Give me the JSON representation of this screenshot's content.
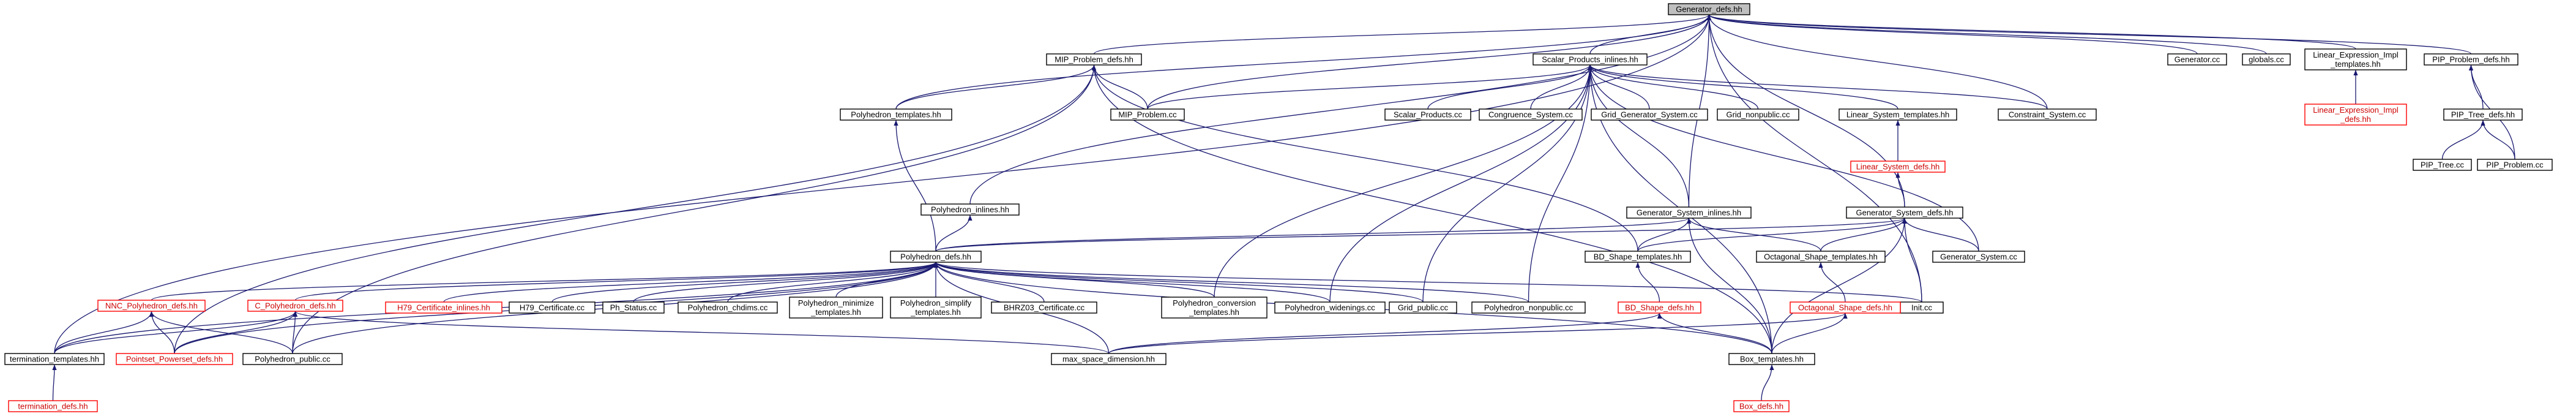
{
  "diagram": {
    "root": "Generator_defs.hh",
    "colors": {
      "edge": "#191970",
      "root_fill": "#bfbfbf",
      "truncated_border": "#ff0000",
      "node_border": "#000000"
    },
    "nodes": [
      {
        "id": "generator_defs",
        "label": [
          "Generator_defs.hh"
        ],
        "root": true
      },
      {
        "id": "mip_problem_defs",
        "label": [
          "MIP_Problem_defs.hh"
        ]
      },
      {
        "id": "scalar_products_inlines",
        "label": [
          "Scalar_Products_inlines.hh"
        ]
      },
      {
        "id": "generator_cc",
        "label": [
          "Generator.cc"
        ]
      },
      {
        "id": "globals_cc",
        "label": [
          "globals.cc"
        ]
      },
      {
        "id": "linear_expression_impl_templates",
        "label": [
          "Linear_Expression_Impl",
          "_templates.hh"
        ]
      },
      {
        "id": "pip_problem_defs",
        "label": [
          "PIP_Problem_defs.hh"
        ]
      },
      {
        "id": "polyhedron_templates",
        "label": [
          "Polyhedron_templates.hh"
        ]
      },
      {
        "id": "mip_problem_cc",
        "label": [
          "MIP_Problem.cc"
        ]
      },
      {
        "id": "scalar_products_cc",
        "label": [
          "Scalar_Products.cc"
        ]
      },
      {
        "id": "congruence_system_cc",
        "label": [
          "Congruence_System.cc"
        ]
      },
      {
        "id": "grid_generator_system_cc",
        "label": [
          "Grid_Generator_System.cc"
        ]
      },
      {
        "id": "grid_nonpublic_cc",
        "label": [
          "Grid_nonpublic.cc"
        ]
      },
      {
        "id": "linear_system_templates",
        "label": [
          "Linear_System_templates.hh"
        ]
      },
      {
        "id": "constraint_system_cc",
        "label": [
          "Constraint_System.cc"
        ]
      },
      {
        "id": "linear_expression_impl_defs",
        "label": [
          "Linear_Expression_Impl",
          "_defs.hh"
        ],
        "truncated": true
      },
      {
        "id": "pip_tree_defs",
        "label": [
          "PIP_Tree_defs.hh"
        ]
      },
      {
        "id": "linear_system_defs",
        "label": [
          "Linear_System_defs.hh"
        ],
        "truncated": true
      },
      {
        "id": "pip_tree_cc",
        "label": [
          "PIP_Tree.cc"
        ]
      },
      {
        "id": "pip_problem_cc",
        "label": [
          "PIP_Problem.cc"
        ]
      },
      {
        "id": "polyhedron_inlines",
        "label": [
          "Polyhedron_inlines.hh"
        ]
      },
      {
        "id": "generator_system_inlines",
        "label": [
          "Generator_System_inlines.hh"
        ]
      },
      {
        "id": "generator_system_defs",
        "label": [
          "Generator_System_defs.hh"
        ]
      },
      {
        "id": "polyhedron_defs",
        "label": [
          "Polyhedron_defs.hh"
        ]
      },
      {
        "id": "bd_shape_templates",
        "label": [
          "BD_Shape_templates.hh"
        ]
      },
      {
        "id": "octagonal_shape_templates",
        "label": [
          "Octagonal_Shape_templates.hh"
        ]
      },
      {
        "id": "generator_system_cc",
        "label": [
          "Generator_System.cc"
        ]
      },
      {
        "id": "nnc_polyhedron_defs",
        "label": [
          "NNC_Polyhedron_defs.hh"
        ],
        "truncated": true
      },
      {
        "id": "c_polyhedron_defs",
        "label": [
          "C_Polyhedron_defs.hh"
        ],
        "truncated": true
      },
      {
        "id": "h79_certificate_inlines",
        "label": [
          "H79_Certificate_inlines.hh"
        ],
        "truncated": true
      },
      {
        "id": "h79_certificate_cc",
        "label": [
          "H79_Certificate.cc"
        ]
      },
      {
        "id": "ph_status_cc",
        "label": [
          "Ph_Status.cc"
        ]
      },
      {
        "id": "polyhedron_chdims_cc",
        "label": [
          "Polyhedron_chdims.cc"
        ]
      },
      {
        "id": "polyhedron_minimize_templates",
        "label": [
          "Polyhedron_minimize",
          "_templates.hh"
        ]
      },
      {
        "id": "polyhedron_simplify_templates",
        "label": [
          "Polyhedron_simplify",
          "_templates.hh"
        ]
      },
      {
        "id": "bhrz03_certificate_cc",
        "label": [
          "BHRZ03_Certificate.cc"
        ]
      },
      {
        "id": "polyhedron_conversion_templates",
        "label": [
          "Polyhedron_conversion",
          "_templates.hh"
        ]
      },
      {
        "id": "polyhedron_widenings_cc",
        "label": [
          "Polyhedron_widenings.cc"
        ]
      },
      {
        "id": "grid_public_cc",
        "label": [
          "Grid_public.cc"
        ]
      },
      {
        "id": "polyhedron_nonpublic_cc",
        "label": [
          "Polyhedron_nonpublic.cc"
        ]
      },
      {
        "id": "init_cc",
        "label": [
          "Init.cc"
        ]
      },
      {
        "id": "bd_shape_defs",
        "label": [
          "BD_Shape_defs.hh"
        ],
        "truncated": true
      },
      {
        "id": "octagonal_shape_defs",
        "label": [
          "Octagonal_Shape_defs.hh"
        ],
        "truncated": true
      },
      {
        "id": "termination_templates",
        "label": [
          "termination_templates.hh"
        ]
      },
      {
        "id": "pointset_powerset_defs",
        "label": [
          "Pointset_Powerset_defs.hh"
        ],
        "truncated": true
      },
      {
        "id": "polyhedron_public_cc",
        "label": [
          "Polyhedron_public.cc"
        ]
      },
      {
        "id": "max_space_dimension",
        "label": [
          "max_space_dimension.hh"
        ]
      },
      {
        "id": "box_templates",
        "label": [
          "Box_templates.hh"
        ]
      },
      {
        "id": "termination_defs",
        "label": [
          "termination_defs.hh"
        ],
        "truncated": true
      },
      {
        "id": "box_defs",
        "label": [
          "Box_defs.hh"
        ],
        "truncated": true
      }
    ],
    "edges": [
      [
        "mip_problem_defs",
        "generator_defs"
      ],
      [
        "scalar_products_inlines",
        "generator_defs"
      ],
      [
        "generator_cc",
        "generator_defs"
      ],
      [
        "globals_cc",
        "generator_defs"
      ],
      [
        "linear_expression_impl_templates",
        "generator_defs"
      ],
      [
        "pip_problem_defs",
        "generator_defs"
      ],
      [
        "polyhedron_templates",
        "generator_defs"
      ],
      [
        "mip_problem_cc",
        "generator_defs"
      ],
      [
        "constraint_system_cc",
        "generator_defs"
      ],
      [
        "polyhedron_inlines",
        "generator_defs"
      ],
      [
        "generator_system_defs",
        "generator_defs"
      ],
      [
        "generator_system_inlines",
        "generator_defs"
      ],
      [
        "init_cc",
        "generator_defs"
      ],
      [
        "termination_templates",
        "generator_defs"
      ],
      [
        "polyhedron_templates",
        "mip_problem_defs"
      ],
      [
        "mip_problem_cc",
        "mip_problem_defs"
      ],
      [
        "bd_shape_templates",
        "mip_problem_defs"
      ],
      [
        "box_templates",
        "mip_problem_defs"
      ],
      [
        "polyhedron_public_cc",
        "mip_problem_defs"
      ],
      [
        "pointset_powerset_defs",
        "mip_problem_defs"
      ],
      [
        "mip_problem_cc",
        "scalar_products_inlines"
      ],
      [
        "scalar_products_cc",
        "scalar_products_inlines"
      ],
      [
        "congruence_system_cc",
        "scalar_products_inlines"
      ],
      [
        "grid_generator_system_cc",
        "scalar_products_inlines"
      ],
      [
        "grid_nonpublic_cc",
        "scalar_products_inlines"
      ],
      [
        "linear_system_templates",
        "scalar_products_inlines"
      ],
      [
        "constraint_system_cc",
        "scalar_products_inlines"
      ],
      [
        "generator_system_cc",
        "scalar_products_inlines"
      ],
      [
        "generator_system_inlines",
        "scalar_products_inlines"
      ],
      [
        "polyhedron_conversion_templates",
        "scalar_products_inlines"
      ],
      [
        "polyhedron_widenings_cc",
        "scalar_products_inlines"
      ],
      [
        "grid_public_cc",
        "scalar_products_inlines"
      ],
      [
        "polyhedron_nonpublic_cc",
        "scalar_products_inlines"
      ],
      [
        "box_templates",
        "scalar_products_inlines"
      ],
      [
        "linear_expression_impl_defs",
        "linear_expression_impl_templates"
      ],
      [
        "pip_tree_defs",
        "pip_problem_defs"
      ],
      [
        "pip_problem_cc",
        "pip_problem_defs"
      ],
      [
        "pip_tree_cc",
        "pip_tree_defs"
      ],
      [
        "pip_problem_cc",
        "pip_tree_defs"
      ],
      [
        "polyhedron_defs",
        "polyhedron_templates"
      ],
      [
        "linear_system_defs",
        "linear_system_templates"
      ],
      [
        "generator_system_defs",
        "linear_system_defs"
      ],
      [
        "polyhedron_defs",
        "polyhedron_inlines"
      ],
      [
        "polyhedron_defs",
        "generator_system_inlines"
      ],
      [
        "bd_shape_templates",
        "generator_system_inlines"
      ],
      [
        "octagonal_shape_templates",
        "generator_system_inlines"
      ],
      [
        "box_templates",
        "generator_system_inlines"
      ],
      [
        "polyhedron_defs",
        "generator_system_defs"
      ],
      [
        "bd_shape_templates",
        "generator_system_defs"
      ],
      [
        "octagonal_shape_templates",
        "generator_system_defs"
      ],
      [
        "generator_system_cc",
        "generator_system_defs"
      ],
      [
        "init_cc",
        "generator_system_defs"
      ],
      [
        "box_templates",
        "generator_system_defs"
      ],
      [
        "bd_shape_defs",
        "bd_shape_templates"
      ],
      [
        "octagonal_shape_defs",
        "octagonal_shape_templates"
      ],
      [
        "nnc_polyhedron_defs",
        "polyhedron_defs"
      ],
      [
        "c_polyhedron_defs",
        "polyhedron_defs"
      ],
      [
        "h79_certificate_inlines",
        "polyhedron_defs"
      ],
      [
        "h79_certificate_cc",
        "polyhedron_defs"
      ],
      [
        "ph_status_cc",
        "polyhedron_defs"
      ],
      [
        "polyhedron_chdims_cc",
        "polyhedron_defs"
      ],
      [
        "polyhedron_minimize_templates",
        "polyhedron_defs"
      ],
      [
        "polyhedron_simplify_templates",
        "polyhedron_defs"
      ],
      [
        "bhrz03_certificate_cc",
        "polyhedron_defs"
      ],
      [
        "polyhedron_conversion_templates",
        "polyhedron_defs"
      ],
      [
        "polyhedron_widenings_cc",
        "polyhedron_defs"
      ],
      [
        "grid_public_cc",
        "polyhedron_defs"
      ],
      [
        "polyhedron_nonpublic_cc",
        "polyhedron_defs"
      ],
      [
        "init_cc",
        "polyhedron_defs"
      ],
      [
        "termination_templates",
        "polyhedron_defs"
      ],
      [
        "pointset_powerset_defs",
        "polyhedron_defs"
      ],
      [
        "polyhedron_public_cc",
        "polyhedron_defs"
      ],
      [
        "max_space_dimension",
        "polyhedron_defs"
      ],
      [
        "box_templates",
        "polyhedron_defs"
      ],
      [
        "termination_templates",
        "nnc_polyhedron_defs"
      ],
      [
        "pointset_powerset_defs",
        "nnc_polyhedron_defs"
      ],
      [
        "polyhedron_public_cc",
        "nnc_polyhedron_defs"
      ],
      [
        "termination_templates",
        "c_polyhedron_defs"
      ],
      [
        "pointset_powerset_defs",
        "c_polyhedron_defs"
      ],
      [
        "polyhedron_public_cc",
        "c_polyhedron_defs"
      ],
      [
        "max_space_dimension",
        "c_polyhedron_defs"
      ],
      [
        "max_space_dimension",
        "bd_shape_defs"
      ],
      [
        "box_templates",
        "bd_shape_defs"
      ],
      [
        "max_space_dimension",
        "octagonal_shape_defs"
      ],
      [
        "box_templates",
        "octagonal_shape_defs"
      ],
      [
        "termination_defs",
        "termination_templates"
      ],
      [
        "box_defs",
        "box_templates"
      ]
    ]
  }
}
